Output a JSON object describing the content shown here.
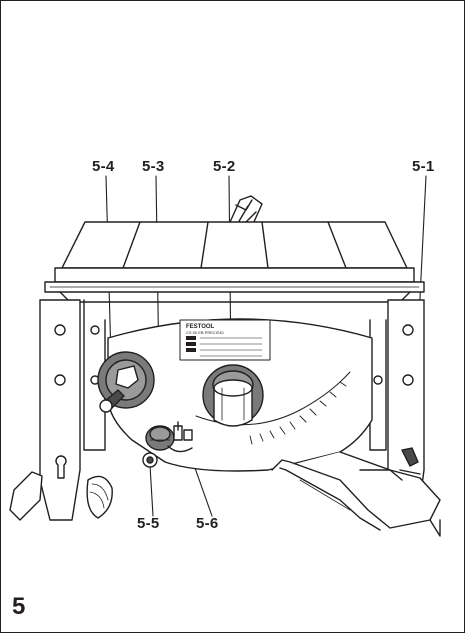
{
  "figure": {
    "number": "5",
    "callouts": {
      "c5_1": "5-1",
      "c5_2": "5-2",
      "c5_3": "5-3",
      "c5_4": "5-4",
      "c5_5": "5-5",
      "c5_6": "5-6"
    },
    "plate": {
      "brand": "FESTOOL",
      "model": "CS 50 EB  PRECISIO"
    }
  },
  "colors": {
    "ink": "#231f20",
    "knob_fill": "#7a7a7a",
    "knob_dark": "#4a4a4a",
    "paper": "#ffffff"
  }
}
